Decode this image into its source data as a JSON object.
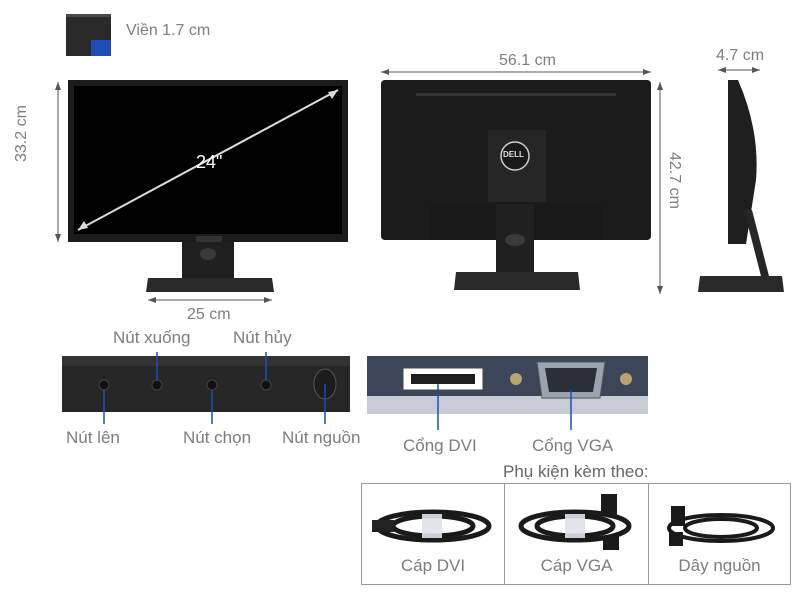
{
  "bezel": {
    "label": "Viền 1.7 cm"
  },
  "front": {
    "diagonal": "24\"",
    "height": "33.2 cm",
    "stand_width": "25 cm"
  },
  "back": {
    "width": "56.1 cm",
    "height": "42.7 cm",
    "brand": "DELL"
  },
  "side": {
    "depth": "4.7 cm"
  },
  "buttons": {
    "down": "Nút xuống",
    "cancel": "Nút hủy",
    "up": "Nút lên",
    "select": "Nút chọn",
    "power": "Nút nguồn"
  },
  "ports": {
    "dvi": "Cổng DVI",
    "vga": "Cổng VGA"
  },
  "accessories": {
    "title": "Phụ kiện kèm theo:",
    "items": [
      {
        "label": "Cáp DVI",
        "icon": "dvi-cable-icon"
      },
      {
        "label": "Cáp VGA",
        "icon": "vga-cable-icon"
      },
      {
        "label": "Dây nguồn",
        "icon": "power-cord-icon"
      }
    ]
  },
  "colors": {
    "label": "#7d7d7d",
    "monitor": "#1a1a1a",
    "accent_blue": "#1e4db8",
    "guide": "#555555"
  }
}
